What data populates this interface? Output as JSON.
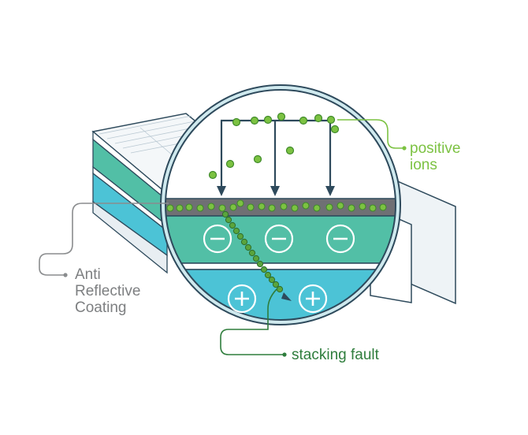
{
  "labels": {
    "positive_ions_line1": "positive",
    "positive_ions_line2": "ions",
    "arc_line1": "Anti",
    "arc_line2": "Reflective",
    "arc_line3": "Coating",
    "stacking_fault": "stacking fault"
  },
  "charges": {
    "negative": "−",
    "positive": "+"
  },
  "colors": {
    "outline": "#2e4a5c",
    "panel_light": "#f4f7f9",
    "panel_side": "#e8eef2",
    "teal_layer": "#52bfa6",
    "cyan_layer": "#4cc3d6",
    "arc_layer": "#6f7074",
    "circle_ring": "#cfe9ee",
    "ion_green": "#7cc242",
    "ion_stroke": "#3f8a2a",
    "fault_green": "#5aa43c",
    "arrow": "#2e4a5c",
    "label_green": "#7cc242",
    "label_gray": "#7d7f81",
    "label_dark_green": "#2e7d3c"
  }
}
